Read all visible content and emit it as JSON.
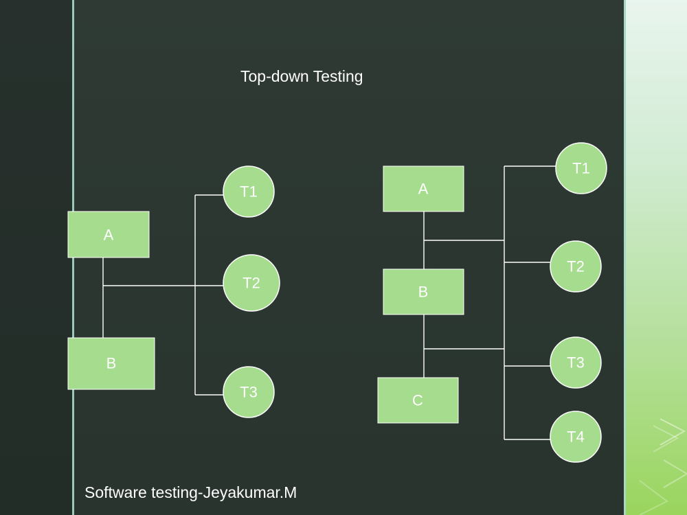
{
  "slide": {
    "title": "Top-down Testing",
    "footer": "Software testing-Jeyakumar.M"
  },
  "colors": {
    "node_fill": "#a5dc8e",
    "background": "#2d3832",
    "line": "#ffffff"
  },
  "diagrams": [
    {
      "modules": [
        "A",
        "B"
      ],
      "tests": [
        "T1",
        "T2",
        "T3"
      ]
    },
    {
      "modules": [
        "A",
        "B",
        "C"
      ],
      "tests": [
        "T1",
        "T2",
        "T3",
        "T4"
      ]
    }
  ]
}
